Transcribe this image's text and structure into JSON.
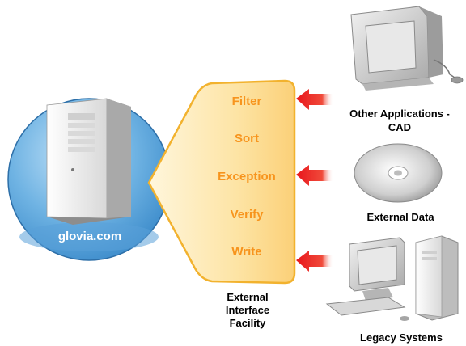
{
  "server": {
    "label": "glovia.com"
  },
  "facility": {
    "steps": [
      "Filter",
      "Sort",
      "Exception",
      "Verify",
      "Write"
    ],
    "label_lines": [
      "External",
      "Interface",
      "Facility"
    ]
  },
  "sources": {
    "other_apps_lines": [
      "Other Applications -",
      "CAD"
    ],
    "external_data": "External Data",
    "legacy": "Legacy Systems"
  },
  "colors": {
    "server_circle": "#5ea5dc",
    "funnel_fill": "#fbd98a",
    "funnel_border": "#f5b93a",
    "step_text": "#f7941d",
    "arrow": "#e8161c"
  }
}
